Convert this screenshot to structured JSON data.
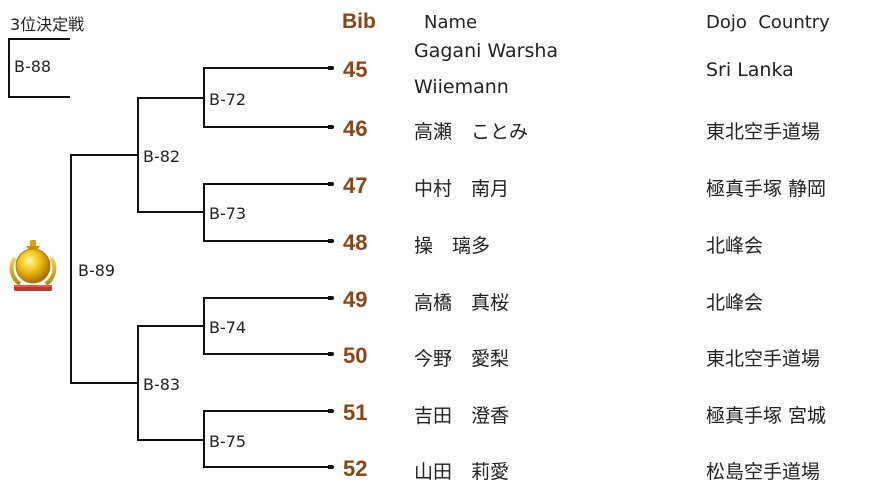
{
  "third_place": {
    "title": "3位決定戦",
    "bout": "B-88"
  },
  "headers": {
    "bib": "Bib",
    "name": "Name",
    "dojo_country": "Dojo  Country"
  },
  "bouts": {
    "b72": "B-72",
    "b73": "B-73",
    "b74": "B-74",
    "b75": "B-75",
    "b82": "B-82",
    "b83": "B-83",
    "b89": "B-89"
  },
  "competitors": [
    {
      "bib": "45",
      "name_line1": "Gagani Warsha",
      "name_line2": "Wiiemann",
      "dojo": "Sri Lanka"
    },
    {
      "bib": "46",
      "name": "高瀬　ことみ",
      "dojo": "東北空手道場"
    },
    {
      "bib": "47",
      "name": "中村　南月",
      "dojo": "極真手塚 静岡"
    },
    {
      "bib": "48",
      "name": "操　璃多",
      "dojo": "北峰会"
    },
    {
      "bib": "49",
      "name": "高橋　真桜",
      "dojo": "北峰会"
    },
    {
      "bib": "50",
      "name": "今野　愛梨",
      "dojo": "東北空手道場"
    },
    {
      "bib": "51",
      "name": "吉田　澄香",
      "dojo": "極真手塚 宮城"
    },
    {
      "bib": "52",
      "name": "山田　莉愛",
      "dojo": "松島空手道場"
    }
  ],
  "icons": {
    "trophy": "gold-medal-trophy-icon"
  },
  "colors": {
    "bib": "#8b4513",
    "lines": "#111111",
    "gold": "#e0a800"
  }
}
